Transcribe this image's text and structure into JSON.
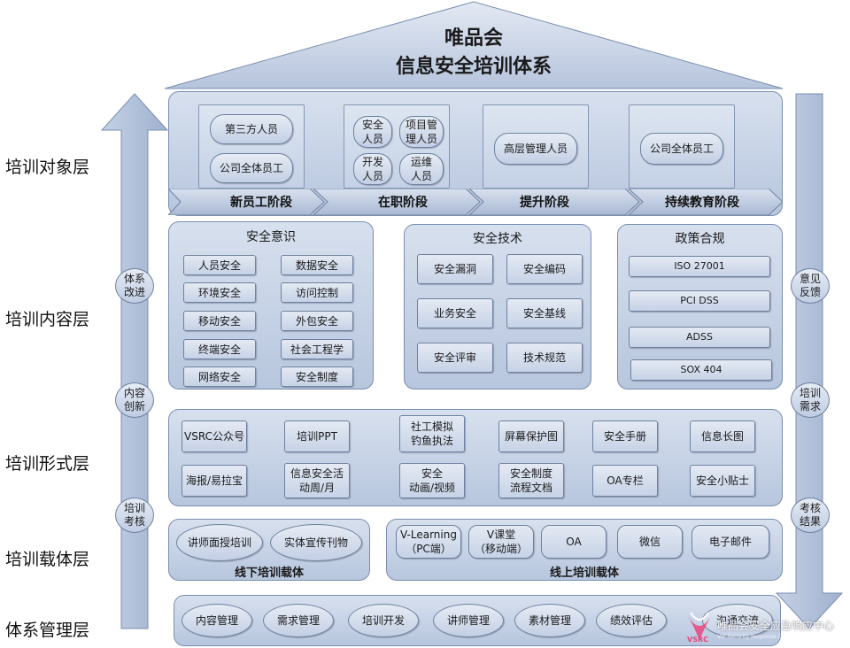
{
  "title": {
    "line1": "唯品会",
    "line2": "信息安全培训体系"
  },
  "layers": [
    "培训对象层",
    "培训内容层",
    "培训形式层",
    "培训载体层",
    "体系管理层"
  ],
  "left_arrow": [
    "体系\n改进",
    "内容\n创新",
    "培训\n考核"
  ],
  "right_arrow": [
    "意见\n反馈",
    "培训\n需求",
    "考核\n结果"
  ],
  "audience": {
    "group1": [
      "第三方人员",
      "公司全体员工"
    ],
    "group2": [
      "安全\n人员",
      "项目管\n理人员",
      "开发\n人员",
      "运维\n人员"
    ],
    "group3": [
      "高层管理人员"
    ],
    "group4": [
      "公司全体员工"
    ],
    "stages": [
      "新员工阶段",
      "在职阶段",
      "提升阶段",
      "持续教育阶段"
    ]
  },
  "content": {
    "awareness": {
      "title": "安全意识",
      "items": [
        "人员安全",
        "数据安全",
        "环境安全",
        "访问控制",
        "移动安全",
        "外包安全",
        "终端安全",
        "社会工程学",
        "网络安全",
        "安全制度"
      ]
    },
    "tech": {
      "title": "安全技术",
      "items": [
        "安全漏洞",
        "安全编码",
        "业务安全",
        "安全基线",
        "安全评审",
        "技术规范"
      ]
    },
    "compliance": {
      "title": "政策合规",
      "items": [
        "ISO 27001",
        "PCI DSS",
        "ADSS",
        "SOX 404"
      ]
    }
  },
  "forms": {
    "row1": [
      "VSRC公众号",
      "培训PPT",
      "社工模拟\n钓鱼执法",
      "屏幕保护图",
      "安全手册",
      "信息长图"
    ],
    "row2": [
      "海报/易拉宝",
      "信息安全活\n动周/月",
      "安全\n动画/视频",
      "安全制度\n流程文档",
      "OA专栏",
      "安全小贴士"
    ]
  },
  "carriers": {
    "offline": {
      "title": "线下培训载体",
      "items": [
        "讲师面授培训",
        "实体宣传刊物"
      ]
    },
    "online": {
      "title": "线上培训载体",
      "items": [
        "V-Learning\n（PC端）",
        "V课堂\n（移动端）",
        "OA",
        "微信",
        "电子邮件"
      ]
    }
  },
  "management": [
    "内容管理",
    "需求管理",
    "培训开发",
    "讲师管理",
    "素材管理",
    "绩效评估",
    "沟通交流"
  ],
  "watermark": {
    "logo": "VSRC",
    "text": "唯品会安全应急响应中心",
    "subtext": "VIP Security Response Center"
  },
  "colors": {
    "panel_top": "#d7e0ee",
    "panel_bottom": "#b7c6de",
    "border": "#7a8eb0",
    "arrow": "#b3c2da"
  }
}
